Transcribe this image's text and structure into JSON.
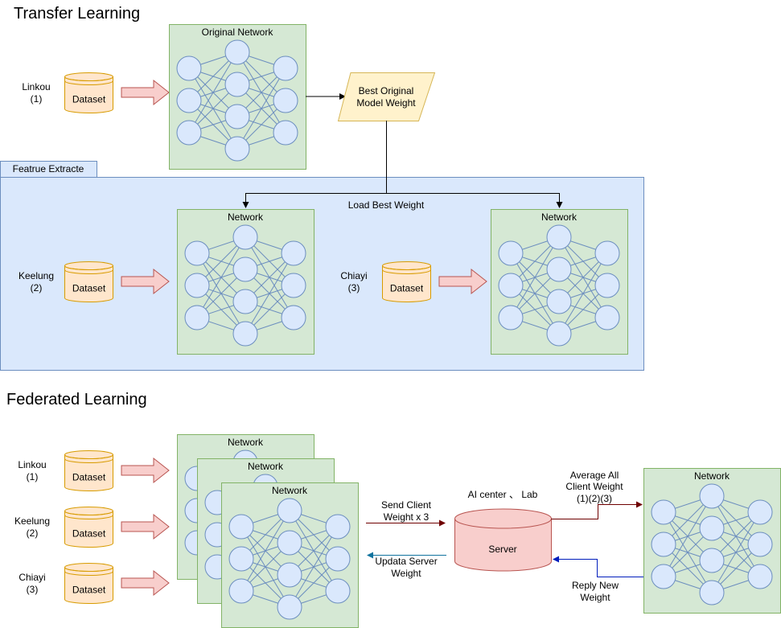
{
  "titles": {
    "transfer": "Transfer Learning",
    "federated": "Federated Learning"
  },
  "transfer": {
    "site1": [
      "Linkou",
      "(1)"
    ],
    "dataset": "Dataset",
    "original_network": "Original Network",
    "best_weight": [
      "Best Original",
      "Model Weight"
    ],
    "feature_tab": "Featrue Extracte",
    "load_best": "Load Best Weight",
    "site2": [
      "Keelung",
      "(2)"
    ],
    "site3": [
      "Chiayi",
      "(3)"
    ],
    "network": "Network"
  },
  "federated": {
    "sites": [
      [
        "Linkou",
        "(1)"
      ],
      [
        "Keelung",
        "(2)"
      ],
      [
        "Chiayi",
        "(3)"
      ]
    ],
    "dataset": "Dataset",
    "network": "Network",
    "send": [
      "Send Client",
      "Weight x 3"
    ],
    "updata": [
      "Updata Server",
      "Weight"
    ],
    "ai_center": "AI center 、 Lab",
    "server": "Server",
    "average": [
      "Average All",
      "Client Weight",
      "(1)(2)(3)"
    ],
    "reply": [
      "Reply New",
      "Weight"
    ]
  },
  "colors": {
    "network_fill": "#d5e8d4",
    "node_fill": "#dae8fc",
    "dataset_fill": "#ffe6cc",
    "feature_panel": "#dae8fc",
    "weight_box": "#fff2cc",
    "server_fill": "#f8cecc",
    "send_arrow": "#6f0000",
    "update_arrow": "#10739e",
    "reply_arrow": "#001dbc"
  }
}
